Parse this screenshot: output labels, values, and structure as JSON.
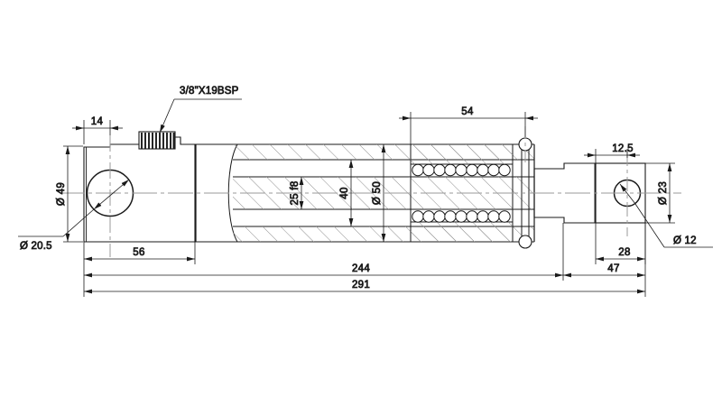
{
  "drawing": {
    "title": "hydraulic-cylinder-sectional-drawing",
    "units": "mm",
    "line_color": "#1a1a1a",
    "hatch_color": "#8c8c8c",
    "center_color": "#9a9a9a"
  },
  "labels": {
    "port_thread": "3/8\"X19BSP",
    "left_pin_bore": "Ø 20.5",
    "right_pin_bore": "Ø 12"
  },
  "dimensions": {
    "left_end_to_center": "14",
    "head_diameter": "Ø 49",
    "rod_diameter": "25 f8",
    "piston_inner": "40",
    "bore_diameter": "Ø 50",
    "piston_length": "54",
    "head_length": "56",
    "stroke_body": "244",
    "overall_length": "291",
    "rod_eye_offset": "12.5",
    "rod_eye_diameter": "Ø 23",
    "rod_eye_center": "28",
    "rod_eye_total": "47"
  }
}
